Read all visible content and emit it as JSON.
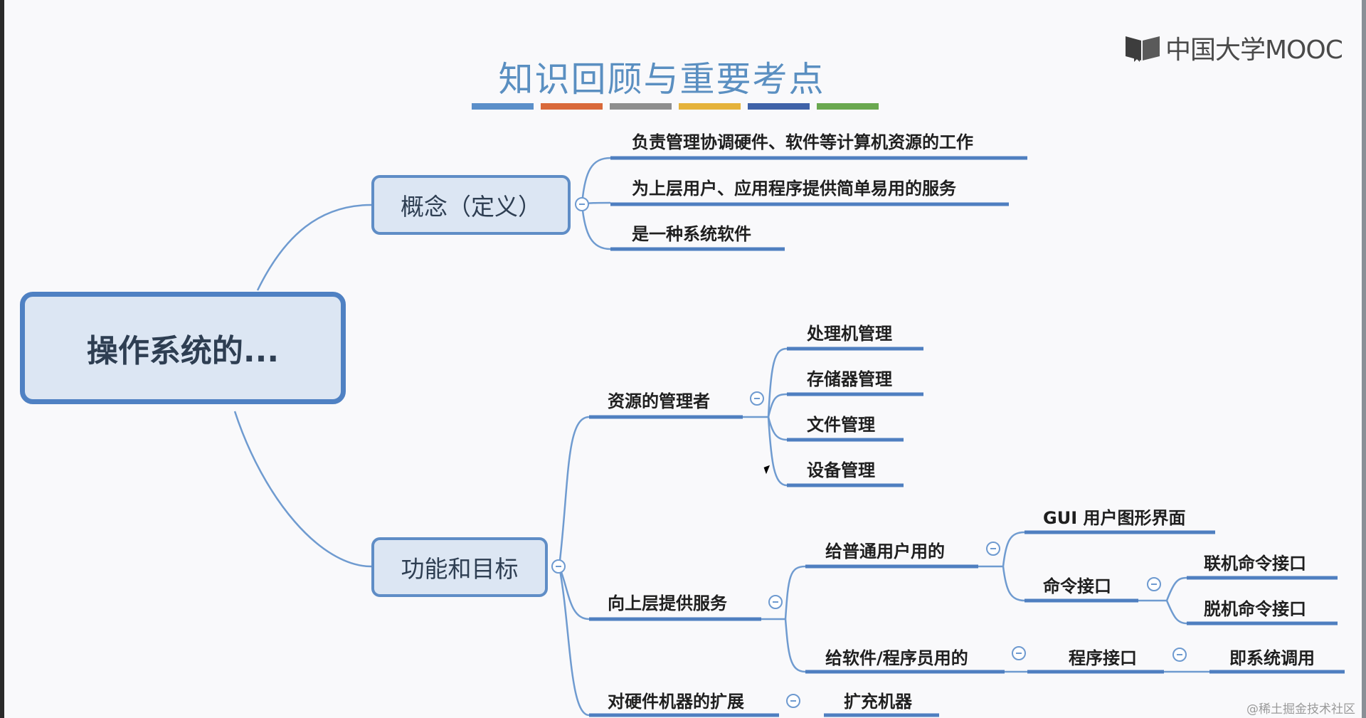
{
  "logo": {
    "text": "中国大学MOOC",
    "icon": "book-icon"
  },
  "title": "知识回顾与重要考点",
  "color_bars": [
    "#5b8fc9",
    "#d9693a",
    "#8e8e8e",
    "#e5b23a",
    "#3f62a8",
    "#6aa84f"
  ],
  "root": {
    "label": "操作系统的..."
  },
  "concept": {
    "label": "概念（定义）",
    "items": [
      "负责管理协调硬件、软件等计算机资源的工作",
      "为上层用户、应用程序提供简单易用的服务",
      "是一种系统软件"
    ]
  },
  "functions": {
    "label": "功能和目标",
    "resource_manager": {
      "label": "资源的管理者",
      "items": [
        "处理机管理",
        "存储器管理",
        "文件管理",
        "设备管理"
      ]
    },
    "services": {
      "label": "向上层提供服务",
      "for_users": {
        "label": "给普通用户用的",
        "gui": "GUI 用户图形界面",
        "command_interface": {
          "label": "命令接口",
          "items": [
            "联机命令接口",
            "脱机命令接口"
          ]
        }
      },
      "for_programmers": {
        "label": "给软件/程序员用的",
        "program_interface": "程序接口",
        "system_call": "即系统调用"
      }
    },
    "extension": {
      "label": "对硬件机器的扩展",
      "item": "扩充机器"
    }
  },
  "watermark": "@稀土掘金技术社区"
}
